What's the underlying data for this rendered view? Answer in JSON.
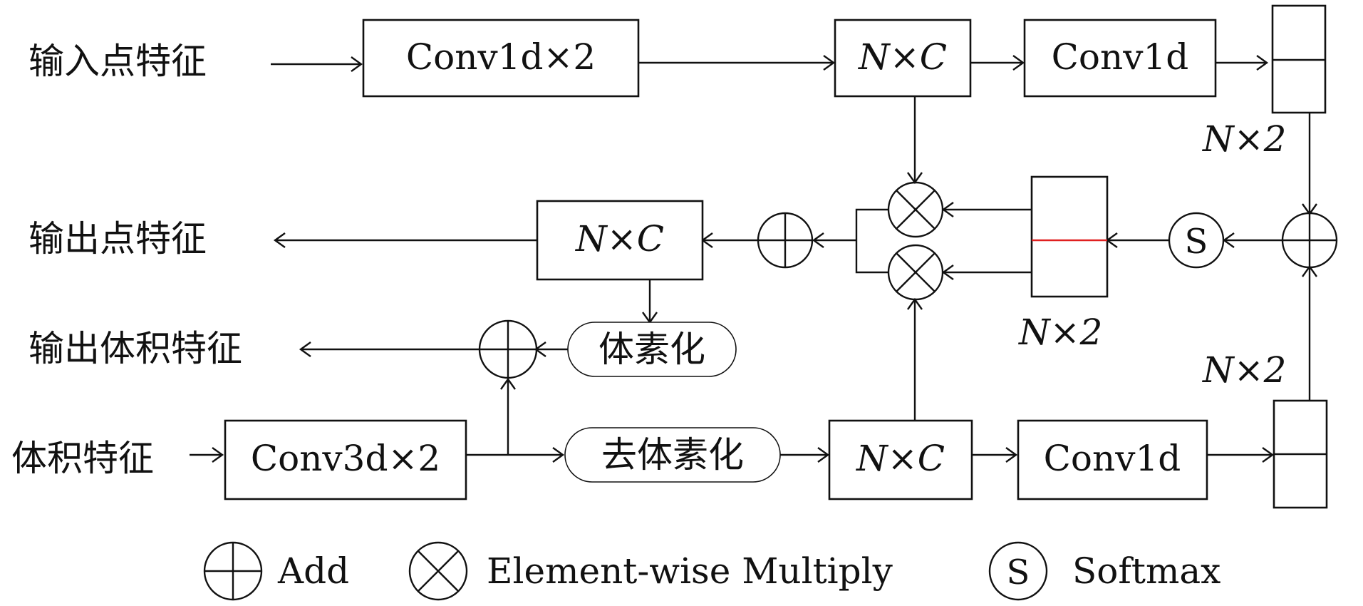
{
  "inputs": {
    "point_features": "输入点特征",
    "volume_features": "体积特征"
  },
  "outputs": {
    "point_features": "输出点特征",
    "volume_features": "输出体积特征"
  },
  "blocks": {
    "conv1d_x2": "Conv1d×2",
    "conv3d_x2": "Conv3d×2",
    "nxc_top": "N×C",
    "nxc_mid": "N×C",
    "nxc_bottom": "N×C",
    "conv1d_top": "Conv1d",
    "conv1d_bottom": "Conv1d",
    "voxelize": "体素化",
    "devoxelize": "去体素化"
  },
  "dims": {
    "top": "N×2",
    "mid": "N×2",
    "bottom": "N×2"
  },
  "ops": {
    "softmax_symbol": "S"
  },
  "legend": {
    "add": "Add",
    "multiply": "Element-wise Multiply",
    "softmax": "Softmax",
    "softmax_symbol": "S"
  },
  "colors": {
    "split_line": "#e02020",
    "stroke": "#111111"
  }
}
